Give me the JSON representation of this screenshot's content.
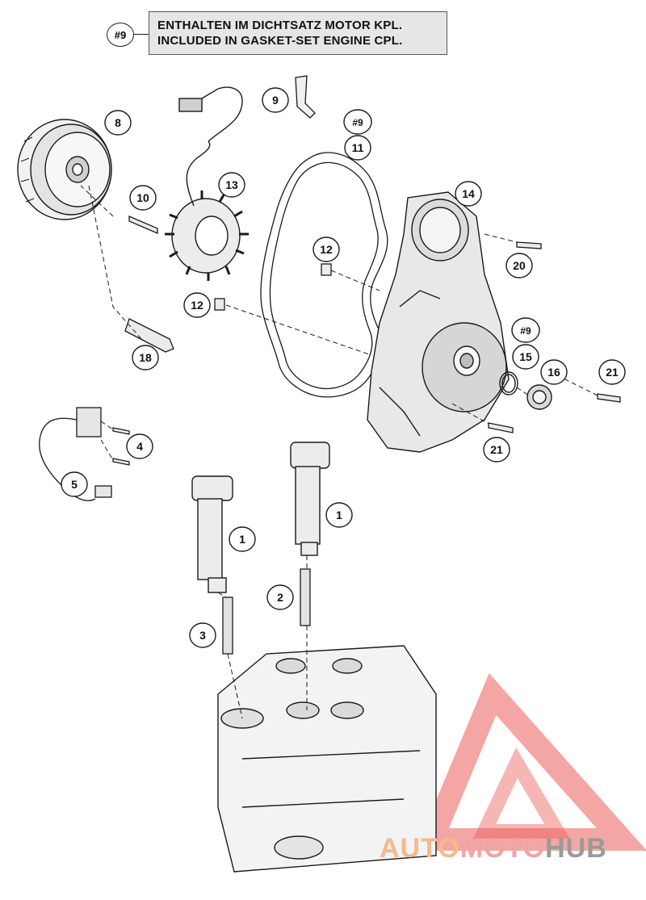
{
  "legend": {
    "tag": "#9",
    "line_de": "ENTHALTEN IM DICHTSATZ MOTOR KPL.",
    "line_en": "INCLUDED IN GASKET-SET ENGINE CPL."
  },
  "callouts": {
    "c8": "8",
    "c9": "9",
    "c9b": "#9",
    "c11": "11",
    "c10": "10",
    "c13": "13",
    "c14": "14",
    "c12a": "12",
    "c12b": "12",
    "c20": "20",
    "c9c": "#9",
    "c15": "15",
    "c16": "16",
    "c21a": "21",
    "c18": "18",
    "c21b": "21",
    "c4": "4",
    "c5": "5",
    "c1a": "1",
    "c1b": "1",
    "c2": "2",
    "c3": "3"
  },
  "watermark": {
    "part1": "AUTO",
    "part2": "MOTO",
    "part3": "HUB"
  },
  "colors": {
    "line": "#1a1a1a",
    "fill_light": "#f2f2f2",
    "fill_mid": "#d9d9d9",
    "legend_bg": "#e6e6e6",
    "watermark_red": "#e8403c"
  }
}
